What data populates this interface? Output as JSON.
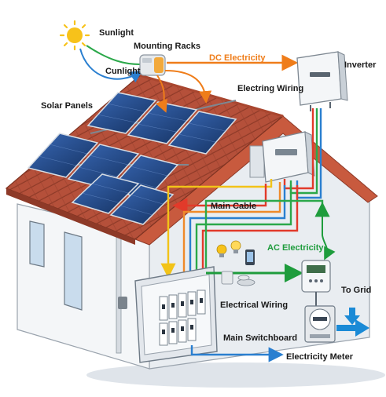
{
  "labels": {
    "sunlight": "Sunlight",
    "cunlight": "Cunlight",
    "mounting_racks": "Mounting Racks",
    "dc_electricity": "DC Electricity",
    "inverter": "Inverter",
    "electring_wiring": "Electring Wiring",
    "solar_panels": "Solar Panels",
    "main_cable": "Main Cable",
    "ac_electricity": "AC Electricity",
    "electrical_wiring": "Electrical Wiring",
    "main_switchboard": "Main Switchboard",
    "electricity_meter": "Electricity Meter",
    "to_grid": "To Grid"
  },
  "colors": {
    "sun": "#f7c21a",
    "dc_line": "#ef7d1a",
    "ac_line": "#1e9c3c",
    "sun_ray_green": "#2ba84a",
    "sun_ray_blue": "#2a7fd0",
    "wire_red": "#e23a2a",
    "wire_yellow": "#f2c318",
    "wire_blue": "#2a7fd0",
    "wire_green": "#2ba84a",
    "wire_orange": "#ef8a2a",
    "roof_tile": "#b5503a",
    "panel": "#1e3f7a",
    "wall": "#f1f3f5"
  },
  "icons": [
    "sun-icon",
    "bulb-icon",
    "bulb-icon",
    "phone-icon",
    "appliance-icon",
    "breaker-icon",
    "meter-icon",
    "arrow-icon"
  ]
}
